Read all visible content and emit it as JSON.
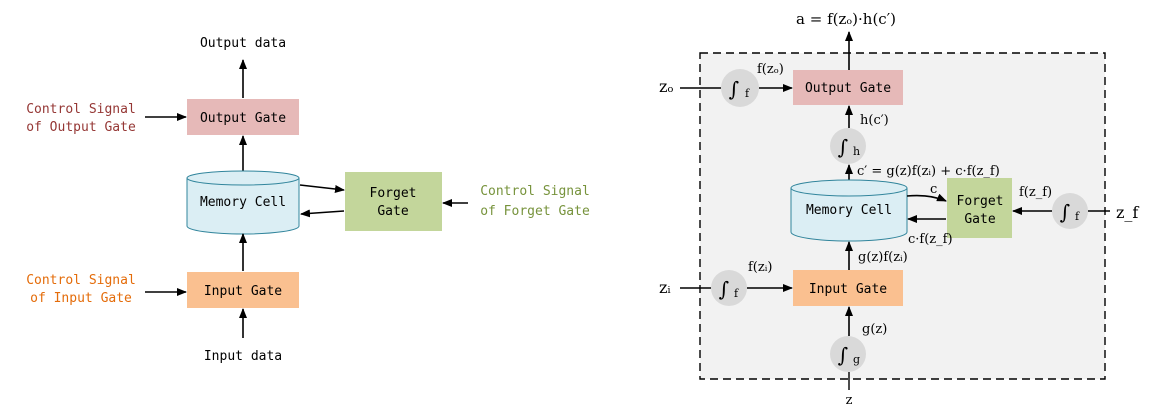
{
  "left": {
    "output_data": "Output data",
    "input_data": "Input data",
    "output_gate": "Output Gate",
    "input_gate": "Input Gate",
    "memory_cell": "Memory Cell",
    "forget_gate_line1": "Forget",
    "forget_gate_line2": "Gate",
    "ctrl_output_line1": "Control Signal",
    "ctrl_output_line2": "of Output Gate",
    "ctrl_input_line1": "Control Signal",
    "ctrl_input_line2": "of Input Gate",
    "ctrl_forget_line1": "Control Signal",
    "ctrl_forget_line2": "of Forget Gate"
  },
  "right": {
    "top_formula": "a = f(zₒ)·h(c′)",
    "output_gate": "Output Gate",
    "input_gate": "Input Gate",
    "memory_cell": "Memory Cell",
    "forget_gate_line1": "Forget",
    "forget_gate_line2": "Gate",
    "z_o": "zₒ",
    "z_i": "zᵢ",
    "z_f": "z_f",
    "z": "z",
    "f_zo": "f(zₒ)",
    "f_zi": "f(zᵢ)",
    "f_zf": "f(z_f)",
    "h_c": "h(c′)",
    "c_prime_eq": "c′ = g(z)f(zᵢ) + c·f(z_f)",
    "c": "c",
    "c_f_zf": "c·f(z_f)",
    "g_zf_zi": "g(z)f(zᵢ)",
    "g_z": "g(z)",
    "sig_f_sub": "f",
    "sig_h_sub": "h",
    "sig_g_sub": "g"
  },
  "colors": {
    "output_gate": "#e6b9b8",
    "input_gate": "#fac090",
    "forget_gate": "#c3d69b",
    "memory_cell": "#dbeef4",
    "ctrl_output_text": "#953735",
    "ctrl_input_text": "#e46c0a",
    "ctrl_forget_text": "#77933c",
    "sigmoid_circle": "#d9d9d9",
    "dashed_region": "#f2f2f2"
  }
}
